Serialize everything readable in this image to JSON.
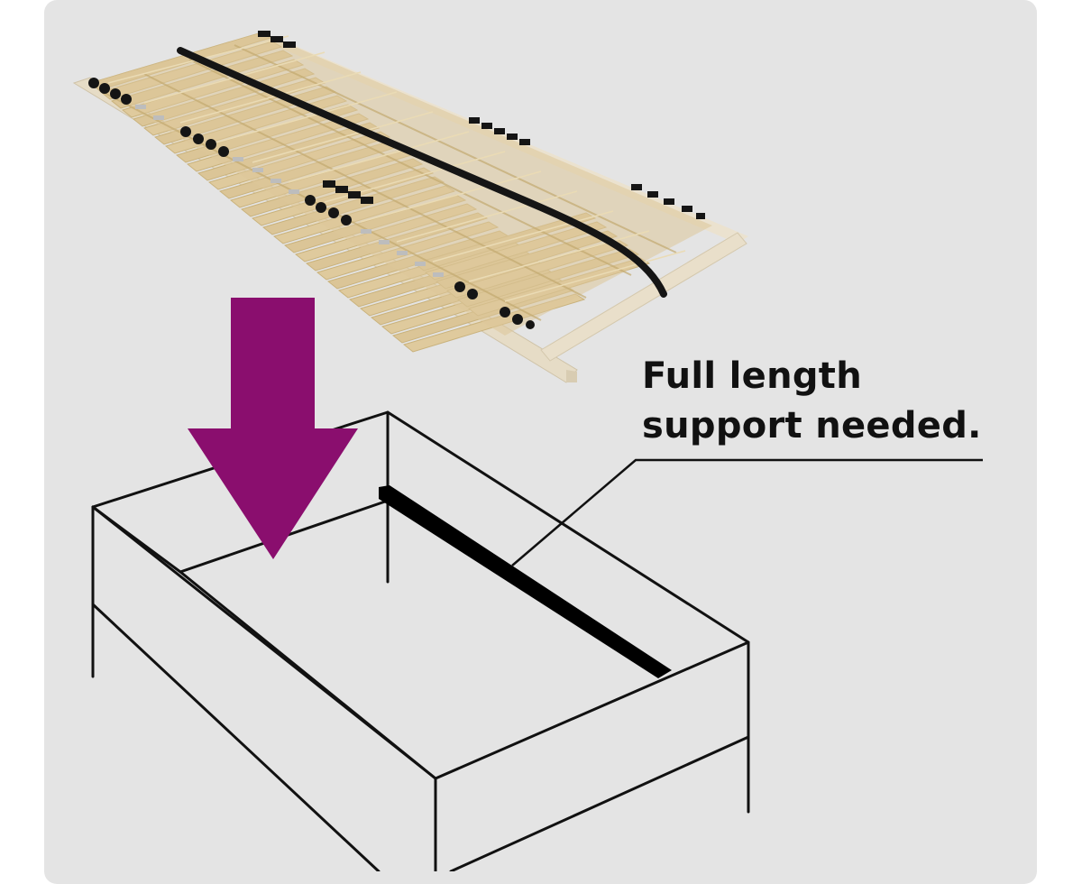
{
  "image": {
    "description": "Slatted bed base product photo with instruction diagram",
    "background_color": "#ffffff",
    "card_color": "#e4e4e4"
  },
  "product_photo": {
    "subject": "wooden slatted bed base",
    "slat_color": "#dcc79a",
    "frame_color": "#e8dcc2",
    "cap_color": "#1a1a1a"
  },
  "diagram": {
    "arrow": {
      "icon": "down-arrow-icon",
      "color": "#8a0e6e"
    },
    "support_bar_color": "#000000",
    "line_color": "#111111",
    "callout": {
      "line1": "Full length",
      "line2": "support needed."
    }
  }
}
